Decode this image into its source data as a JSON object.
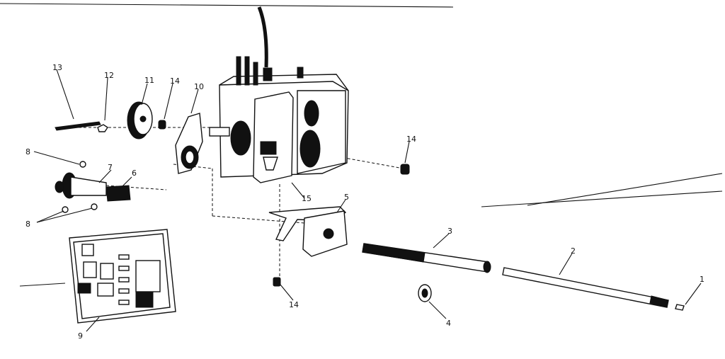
{
  "diagram": {
    "labels": {
      "p1": "1",
      "p2": "2",
      "p3": "3",
      "p4": "4",
      "p5": "5",
      "p6": "6",
      "p7": "7",
      "p8a": "8",
      "p8b": "8",
      "p9": "9",
      "p10": "10",
      "p11": "11",
      "p12": "12",
      "p13": "13",
      "p14a": "14",
      "p14b": "14",
      "p14c": "14",
      "p15": "15"
    }
  }
}
